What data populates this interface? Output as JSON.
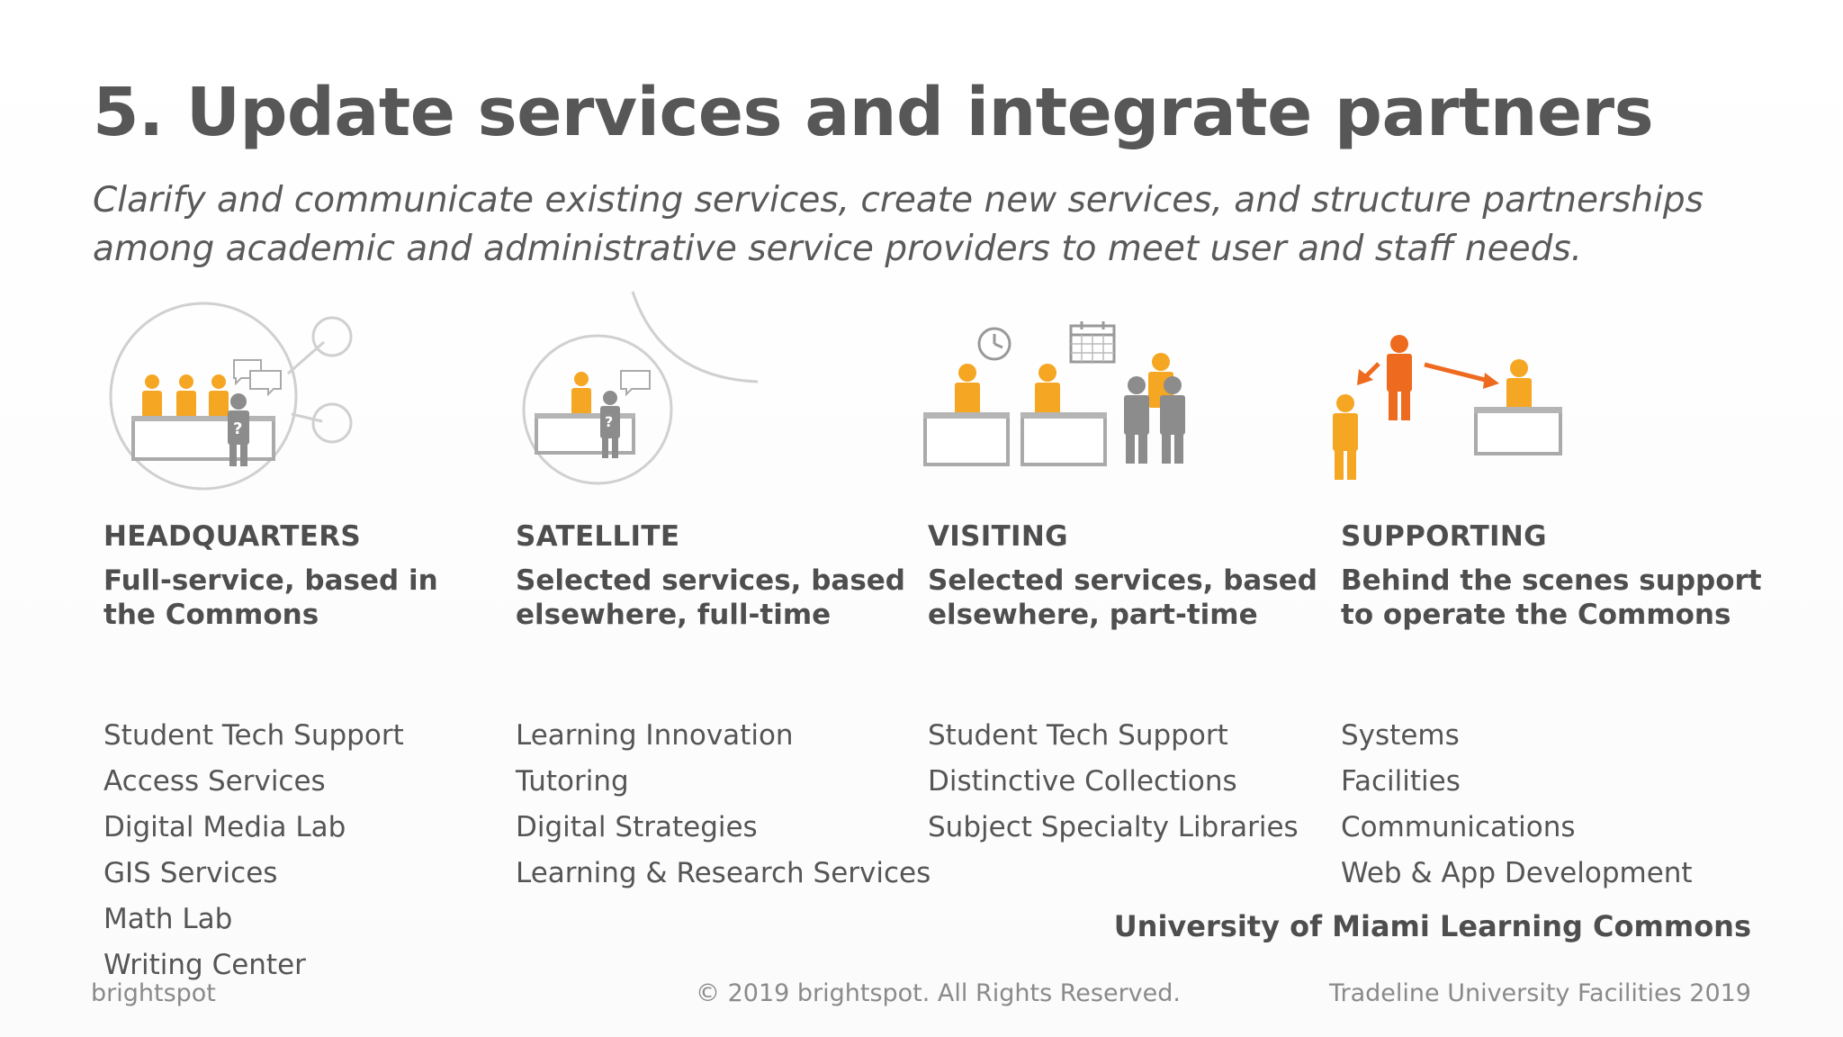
{
  "slide": {
    "title": "5. Update services and integrate partners",
    "subtitle_line1": "Clarify and communicate existing services, create new services, and structure partnerships",
    "subtitle_line2": "among academic and administrative service providers to meet user and staff needs."
  },
  "colors": {
    "accent_yellow": "#F5A623",
    "accent_orange": "#EE6A1F",
    "figure_gray": "#8C8C8C",
    "line_gray": "#D0D0D0"
  },
  "columns": [
    {
      "heading": "HEADQUARTERS",
      "sub_line1": "Full-service, based in",
      "sub_line2": "the Commons",
      "items": [
        "Student Tech Support",
        "Access Services",
        "Digital Media Lab",
        "GIS Services",
        "Math Lab",
        "Writing Center"
      ]
    },
    {
      "heading": "SATELLITE",
      "sub_line1": "Selected services, based",
      "sub_line2": "elsewhere, full-time",
      "items": [
        "Learning Innovation",
        "Tutoring",
        "Digital Strategies",
        "Learning & Research Services"
      ]
    },
    {
      "heading": "VISITING",
      "sub_line1": "Selected services, based",
      "sub_line2": "elsewhere, part-time",
      "items": [
        "Student Tech Support",
        "Distinctive Collections",
        "Subject Specialty Libraries"
      ]
    },
    {
      "heading": "SUPPORTING",
      "sub_line1": "Behind the scenes support",
      "sub_line2": "to operate the Commons",
      "items": [
        "Systems",
        "Facilities",
        "Communications",
        "Web & App Development"
      ]
    }
  ],
  "credit": "University of Miami Learning Commons",
  "footer": {
    "left": "brightspot",
    "center": "© 2019 brightspot. All Rights Reserved.",
    "right": "Tradeline University Facilities 2019"
  }
}
